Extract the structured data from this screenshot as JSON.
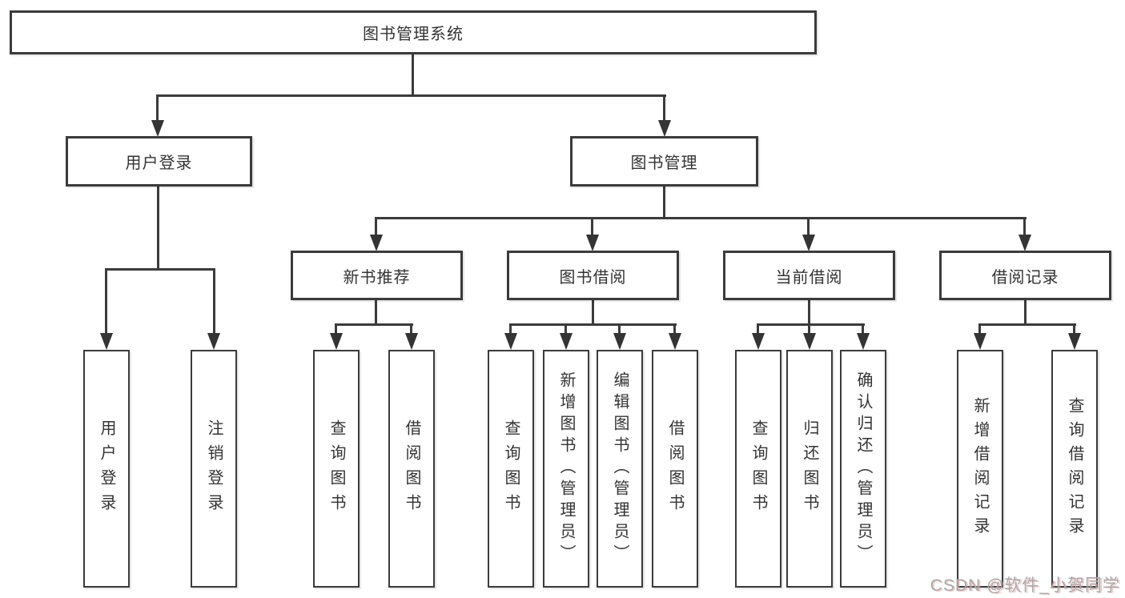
{
  "diagram": {
    "root": {
      "label": "图书管理系统"
    },
    "level2": [
      {
        "id": "user-login",
        "label": "用户登录"
      },
      {
        "id": "book-mgmt",
        "label": "图书管理"
      }
    ],
    "level3": [
      {
        "id": "new-book-recommend",
        "parent": "图书管理",
        "label": "新书推荐"
      },
      {
        "id": "book-borrow",
        "parent": "图书管理",
        "label": "图书借阅"
      },
      {
        "id": "current-borrow",
        "parent": "图书管理",
        "label": "当前借阅"
      },
      {
        "id": "borrow-records",
        "parent": "图书管理",
        "label": "借阅记录"
      }
    ],
    "leaves": [
      {
        "parent": "用户登录",
        "label": "用户登录"
      },
      {
        "parent": "用户登录",
        "label": "注销登录"
      },
      {
        "parent": "新书推荐",
        "label": "查询图书"
      },
      {
        "parent": "新书推荐",
        "label": "借阅图书"
      },
      {
        "parent": "图书借阅",
        "label": "查询图书"
      },
      {
        "parent": "图书借阅",
        "label": "新增图书（管理员）"
      },
      {
        "parent": "图书借阅",
        "label": "编辑图书（管理员）"
      },
      {
        "parent": "图书借阅",
        "label": "借阅图书"
      },
      {
        "parent": "当前借阅",
        "label": "查询图书"
      },
      {
        "parent": "当前借阅",
        "label": "归还图书"
      },
      {
        "parent": "当前借阅",
        "label": "确认归还（管理员）"
      },
      {
        "parent": "借阅记录",
        "label": "新增借阅记录"
      },
      {
        "parent": "借阅记录",
        "label": "查询借阅记录"
      }
    ],
    "watermark": "CSDN @软件_小贺同学",
    "colors": {
      "line": "#3b3b3b",
      "box_background": "#ffffff",
      "text": "#333333",
      "watermark": "#a9a9a9"
    }
  }
}
